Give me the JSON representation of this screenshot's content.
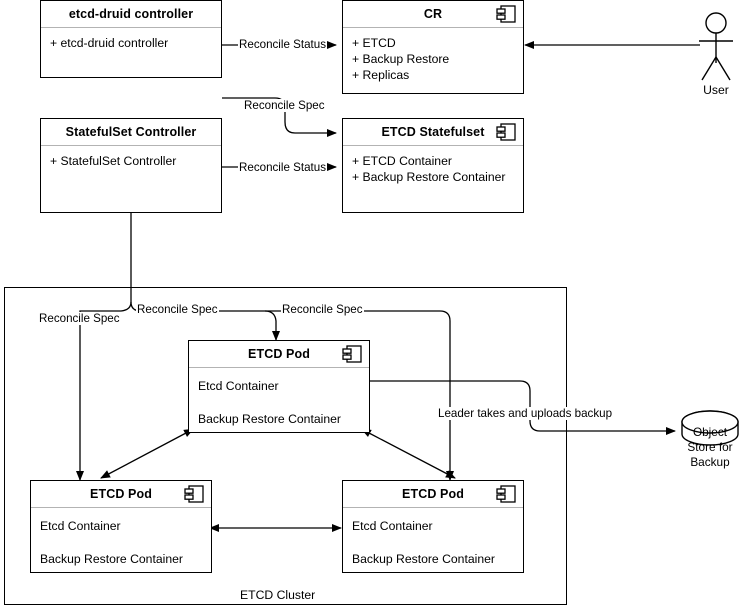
{
  "diagram": {
    "title": "etcd-druid controller / ETCD cluster architecture",
    "colors": {
      "stroke": "#000000",
      "divider": "#b3b3b3",
      "background": "#ffffff"
    }
  },
  "nodes": {
    "etcd_druid_controller": {
      "title": "etcd-druid controller",
      "icon": "none",
      "rows": [
        "+ etcd-druid controller"
      ]
    },
    "cr": {
      "title": "CR",
      "icon": "uml-component-icon",
      "rows": [
        "+ ETCD",
        "+ Backup Restore",
        "+ Replicas"
      ]
    },
    "statefulset_controller": {
      "title": "StatefulSet Controller",
      "icon": "none",
      "rows": [
        "+ StatefulSet Controller"
      ]
    },
    "etcd_statefulset": {
      "title": "ETCD Statefulset",
      "icon": "uml-component-icon",
      "rows": [
        "+ ETCD Container",
        "+ Backup Restore Container"
      ]
    },
    "etcd_pod_leader": {
      "title": "ETCD Pod",
      "icon": "uml-component-icon",
      "rows": [
        "Etcd Container",
        "Backup Restore Container"
      ]
    },
    "etcd_pod_left": {
      "title": "ETCD Pod",
      "icon": "uml-component-icon",
      "rows": [
        "Etcd Container",
        "Backup Restore Container"
      ]
    },
    "etcd_pod_right": {
      "title": "ETCD Pod",
      "icon": "uml-component-icon",
      "rows": [
        "Etcd Container",
        "Backup Restore Container"
      ]
    },
    "object_store": {
      "lines": [
        "Object",
        "Store for",
        "Backup"
      ],
      "icon": "database-cylinder-icon"
    },
    "actor_user": {
      "label": "User",
      "icon": "actor-stick-figure-icon"
    },
    "etcd_cluster": {
      "label": "ETCD Cluster"
    }
  },
  "edges": {
    "druid_to_cr_status": "Reconcile Status",
    "druid_to_sts_spec": "Reconcile Spec",
    "stsctl_to_sts_status": "Reconcile Status",
    "spec_to_pod_left": "Reconcile Spec",
    "spec_to_pod_leader": "Reconcile Spec",
    "spec_to_pod_right": "Reconcile Spec",
    "leader_backup": "Leader takes and uploads backup"
  }
}
